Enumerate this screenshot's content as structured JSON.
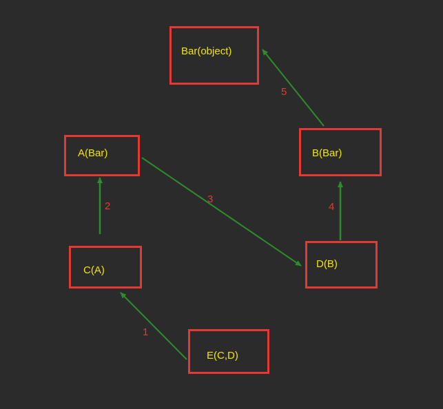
{
  "diagram": {
    "colors": {
      "background": "#2b2b2b",
      "node_border": "#e53935",
      "node_text": "#f2e600",
      "edge": "#2e8b2e",
      "step_label": "#e53935"
    },
    "nodes": {
      "bar_object": "Bar(object)",
      "a_bar": "A(Bar)",
      "b_bar": "B(Bar)",
      "c_a": "C(A)",
      "d_b": "D(B)",
      "e_cd": "E(C,D)"
    },
    "steps": {
      "s1": "1",
      "s2": "2",
      "s3": "3",
      "s4": "4",
      "s5": "5"
    }
  }
}
